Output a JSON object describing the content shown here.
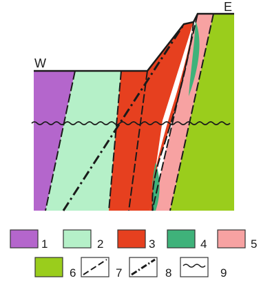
{
  "cross_section": {
    "west_label": "W",
    "east_label": "E",
    "units": [
      {
        "key": "1",
        "color": "#B466CC"
      },
      {
        "key": "2",
        "color": "#B5F0C8"
      },
      {
        "key": "3",
        "color": "#E6401F"
      },
      {
        "key": "4",
        "color": "#3FB27A"
      },
      {
        "key": "5",
        "color": "#F7A2A2"
      },
      {
        "key": "6",
        "color": "#9ACD1C"
      }
    ]
  },
  "legend": {
    "items": [
      {
        "label": "1",
        "symbol": "fill",
        "color": "#B466CC"
      },
      {
        "label": "2",
        "symbol": "fill",
        "color": "#B5F0C8"
      },
      {
        "label": "3",
        "symbol": "fill",
        "color": "#E6401F"
      },
      {
        "label": "4",
        "symbol": "fill",
        "color": "#3FB27A"
      },
      {
        "label": "5",
        "symbol": "fill",
        "color": "#F7A2A2"
      },
      {
        "label": "6",
        "symbol": "fill",
        "color": "#9ACD1C"
      },
      {
        "label": "7",
        "symbol": "dash-line"
      },
      {
        "label": "8",
        "symbol": "dashdot-line"
      },
      {
        "label": "9",
        "symbol": "wave-line"
      }
    ]
  }
}
